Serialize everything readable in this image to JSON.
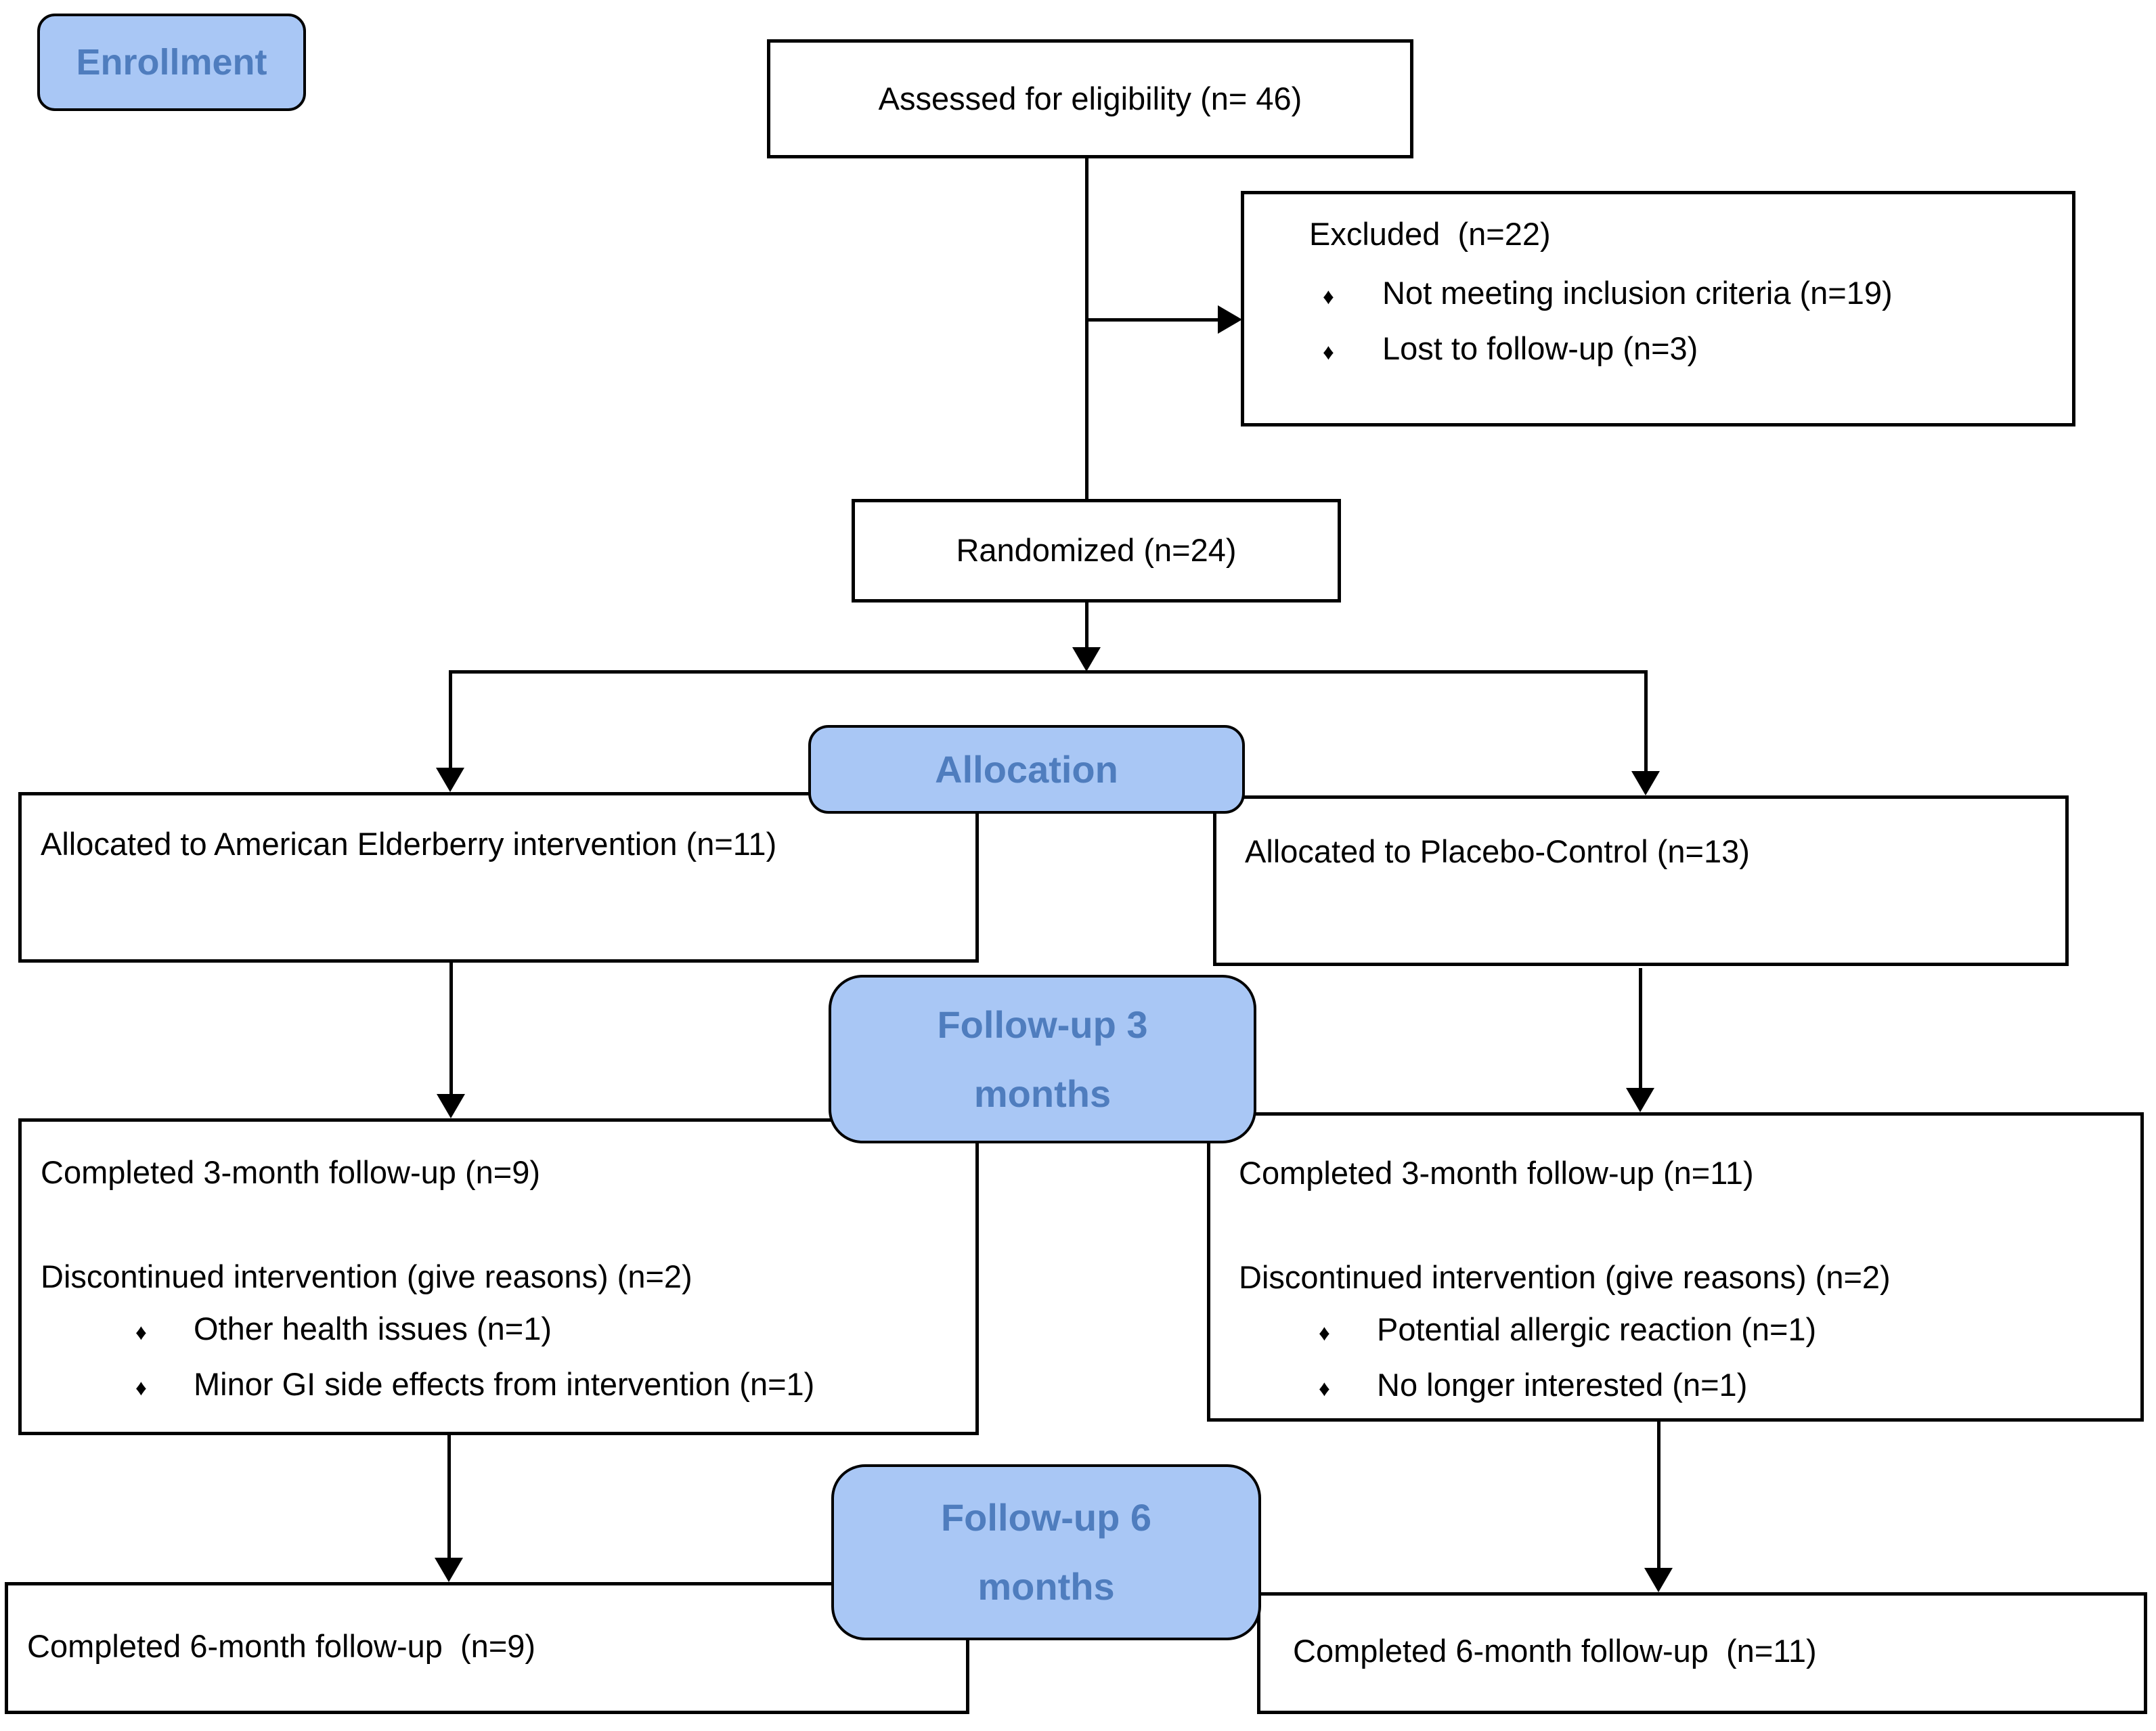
{
  "ui": {
    "bullet_char": "♦"
  },
  "colors": {
    "stage_fill": "#a9c7f5",
    "stage_text": "#4f7dbe",
    "box_border": "#000000",
    "box_fill": "#ffffff",
    "body_text": "#000000"
  },
  "stages": {
    "enrollment": "Enrollment",
    "allocation": "Allocation",
    "followup3_line1": "Follow-up 3",
    "followup3_line2": "months",
    "followup6_line1": "Follow-up 6",
    "followup6_line2": "months"
  },
  "boxes": {
    "assessed": {
      "text": "Assessed for eligibility (n= 46)"
    },
    "excluded": {
      "title": "Excluded  (n=22)",
      "bullets": [
        "Not meeting inclusion criteria (n=19)",
        "Lost to follow-up (n=3)"
      ]
    },
    "randomized": {
      "text": "Randomized (n=24)"
    },
    "allocated_left": {
      "text": "Allocated to American Elderberry intervention (n=11)"
    },
    "allocated_right": {
      "text": "Allocated to Placebo-Control (n=13)"
    },
    "followup3_left": {
      "line1": "Completed 3-month follow-up (n=9)",
      "line2": "Discontinued intervention (give reasons) (n=2)",
      "bullets": [
        "Other health issues (n=1)",
        "Minor GI side effects from intervention (n=1)"
      ]
    },
    "followup3_right": {
      "line1": "Completed 3-month follow-up (n=11)",
      "line2": "Discontinued intervention (give reasons) (n=2)",
      "bullets": [
        "Potential allergic reaction (n=1)",
        "No longer interested (n=1)"
      ]
    },
    "followup6_left": {
      "text": "Completed 6-month follow-up  (n=9)"
    },
    "followup6_right": {
      "text": "Completed 6-month follow-up  (n=11)"
    }
  }
}
